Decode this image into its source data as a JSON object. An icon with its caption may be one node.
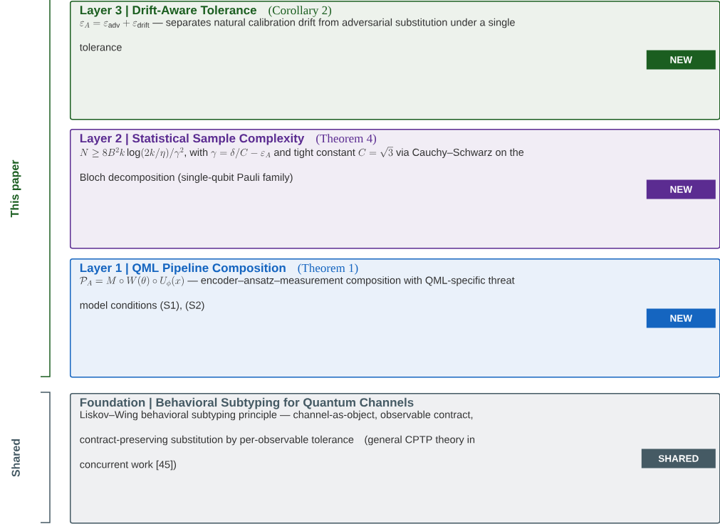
{
  "diagram": {
    "nodes": [
      {
        "text": [
          "Layer 3 | Drift-Aware Tolerance",
          "(Corollary 2)",
          "\\varepsilon_A = \\varepsilon_{\\mathrm{adv}} + \\varepsilon_{\\mathrm{drift}}",
          "— separates natural calibration drift from adversarial substitution under a single tolerance"
        ]
      },
      {
        "text": [
          "NEW"
        ],
        "in": 0
      },
      {
        "text": [
          "Layer 2 | Statistical Sample Complexity",
          "(Theorem 4)",
          "N \\geq 8B^2k\\log(2k/\\eta)/\\gamma^2",
          ", with",
          "\\gamma = \\delta/C - \\varepsilon_A",
          "and tight constant",
          "C = \\sqrt{3}",
          "via Cauchy–Schwarz on the Bloch decomposition (single-qubit Pauli family)"
        ]
      },
      {
        "text": [
          "NEW"
        ],
        "in": 2
      },
      {
        "text": [
          "Layer 1 | QML Pipeline Composition",
          "(Theorem 1)",
          "\\mathcal{P}_A = M \\circ W(\\theta) \\circ U_\\phi(x)",
          "— encoder–ansatz–measurement composition with QML-specific threat model conditions (S1), (S2)"
        ]
      },
      {
        "text": [
          "NEW"
        ],
        "in": 4
      },
      {
        "text": [
          "Foundation | Behavioral Subtyping for Quantum Channels",
          "Liskov–Wing behavioral subtyping principle — channel-as-object, observable contract, contract-preserving substitution by per-observable tolerance",
          "(general CPTP theory in concurrent work [45])"
        ]
      },
      {
        "text": [
          "SHARED"
        ],
        "in": 6
      }
    ],
    "labels": [
      "This paper",
      "Shared"
    ]
  }
}
